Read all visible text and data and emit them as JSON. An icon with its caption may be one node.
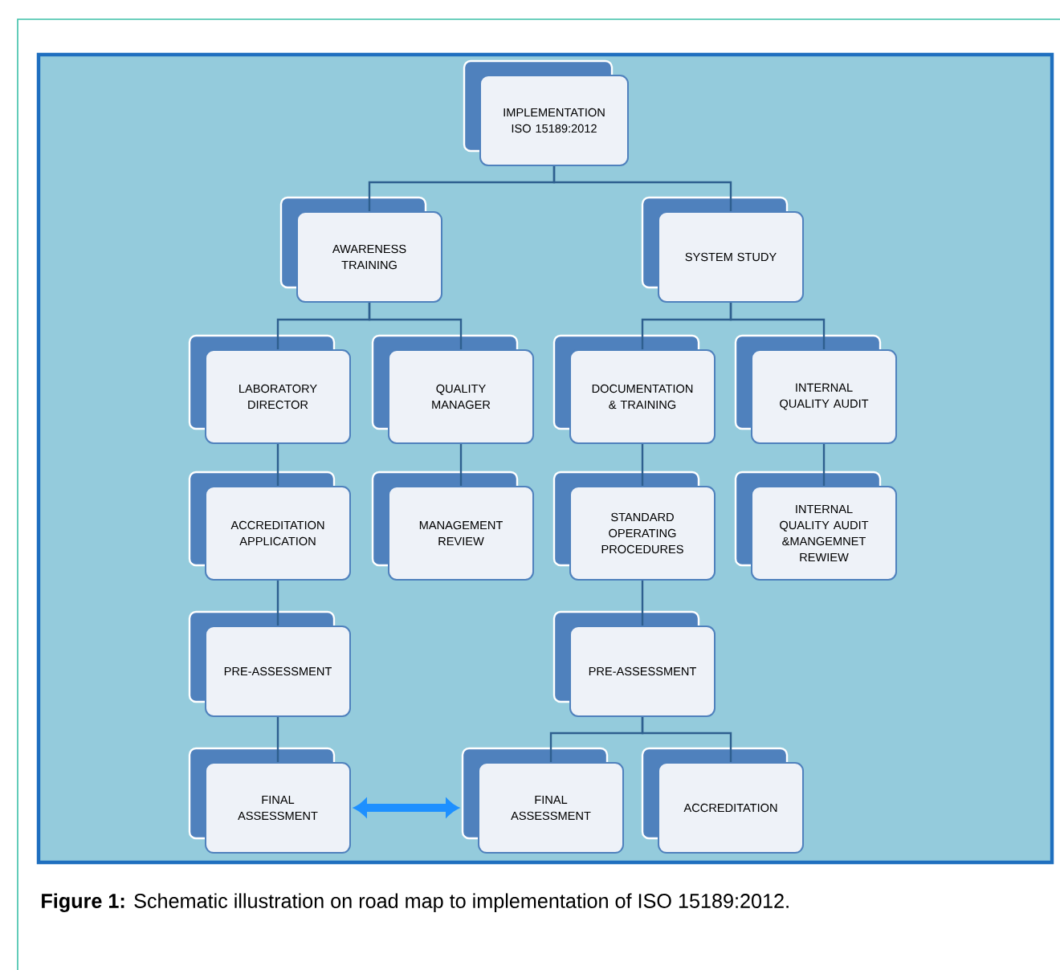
{
  "diagram": {
    "caption": "**Figure 1:** Schematic illustration on road map to implementation of ISO 15189:2012.",
    "nodes": [
      {
        "text": [
          "IMPLEMENTATION ISO 15189:2012"
        ]
      },
      {
        "text": [
          "AWARENESS TRAINING"
        ]
      },
      {
        "text": [
          "SYSTEM STUDY"
        ]
      },
      {
        "text": [
          "LABORATORY DIRECTOR"
        ]
      },
      {
        "text": [
          "QUALITY MANAGER"
        ]
      },
      {
        "text": [
          "DOCUMENTATION & TRAINING"
        ]
      },
      {
        "text": [
          "INTERNAL QUALITY AUDIT"
        ]
      },
      {
        "text": [
          "ACCREDITATION APPLICATION"
        ]
      },
      {
        "text": [
          "MANAGEMENT REVIEW"
        ]
      },
      {
        "text": [
          "STANDARD OPERATING PROCEDURES"
        ]
      },
      {
        "text": [
          "INTERNAL QUALITY AUDIT &MANGEMNET REWIEW"
        ]
      },
      {
        "text": [
          "PRE-ASSESSMENT"
        ]
      },
      {
        "text": [
          "PRE-ASSESSMENT"
        ]
      },
      {
        "text": [
          "FINAL ASSESSMENT"
        ]
      },
      {
        "text": [
          "FINAL ASSESSMENT"
        ]
      },
      {
        "text": [
          "ACCREDITATION"
        ]
      }
    ],
    "edges": [
      {
        "from": 0,
        "to": 1,
        "arrow": "none"
      },
      {
        "from": 0,
        "to": 2,
        "arrow": "none"
      },
      {
        "from": 1,
        "to": 3,
        "arrow": "none"
      },
      {
        "from": 1,
        "to": 4,
        "arrow": "none"
      },
      {
        "from": 2,
        "to": 5,
        "arrow": "none"
      },
      {
        "from": 2,
        "to": 6,
        "arrow": "none"
      },
      {
        "from": 3,
        "to": 7,
        "arrow": "none"
      },
      {
        "from": 4,
        "to": 8,
        "arrow": "none"
      },
      {
        "from": 5,
        "to": 9,
        "arrow": "none"
      },
      {
        "from": 6,
        "to": 10,
        "arrow": "none"
      },
      {
        "from": 7,
        "to": 11,
        "arrow": "none"
      },
      {
        "from": 9,
        "to": 12,
        "arrow": "none"
      },
      {
        "from": 11,
        "to": 13,
        "arrow": "none"
      },
      {
        "from": 12,
        "to": 14,
        "arrow": "none"
      },
      {
        "from": 12,
        "to": 15,
        "arrow": "none"
      },
      {
        "from": 13,
        "to": 14,
        "arrow": "both",
        "style": "thick",
        "color": "#1e90ff"
      }
    ]
  }
}
